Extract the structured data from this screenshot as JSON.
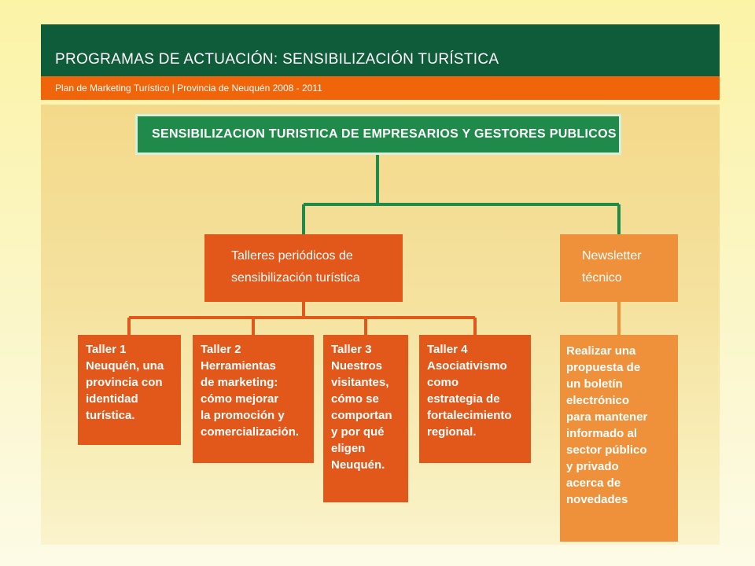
{
  "header": {
    "title": "PROGRAMAS DE ACTUACIÓN: SENSIBILIZACIÓN TURÍSTICA",
    "subtitle": "Plan de Marketing Turístico  |  Provincia de Neuquén 2008 - 2011"
  },
  "diagram": {
    "root": "SENSIBILIZACION TURISTICA DE EMPRESARIOS Y GESTORES PUBLICOS",
    "talleres_line1": "Talleres periódicos de",
    "talleres_line2": "sensibilización turística",
    "newsletter_line1": "Newsletter",
    "newsletter_line2": "técnico",
    "talleres": [
      {
        "name": "Taller 1",
        "desc": [
          "Neuquén, una",
          "provincia con",
          "identidad",
          "turística."
        ]
      },
      {
        "name": "Taller 2",
        "desc": [
          "Herramientas",
          "de marketing:",
          "cómo mejorar",
          "la promoción y",
          "comercialización."
        ]
      },
      {
        "name": "Taller 3",
        "desc": [
          "Nuestros",
          "visitantes,",
          "cómo se",
          "comportan",
          "y por qué",
          "eligen",
          "Neuquén."
        ]
      },
      {
        "name": "Taller 4",
        "desc": [
          "Asociativismo",
          "como",
          "estrategia de",
          "fortalecimiento",
          "regional."
        ]
      }
    ],
    "newsletter_desc": [
      "Realizar una",
      "propuesta de",
      "un boletín",
      "electrónico",
      "para mantener",
      "informado al",
      "sector público",
      "y privado",
      "acerca de",
      "novedades"
    ]
  },
  "colors": {
    "header_green": "#0f5c3a",
    "subbar_orange": "#f0640a",
    "root_green": "#1f8a4a",
    "box_orange": "#e2571a",
    "box_light_orange": "#ef913a"
  }
}
